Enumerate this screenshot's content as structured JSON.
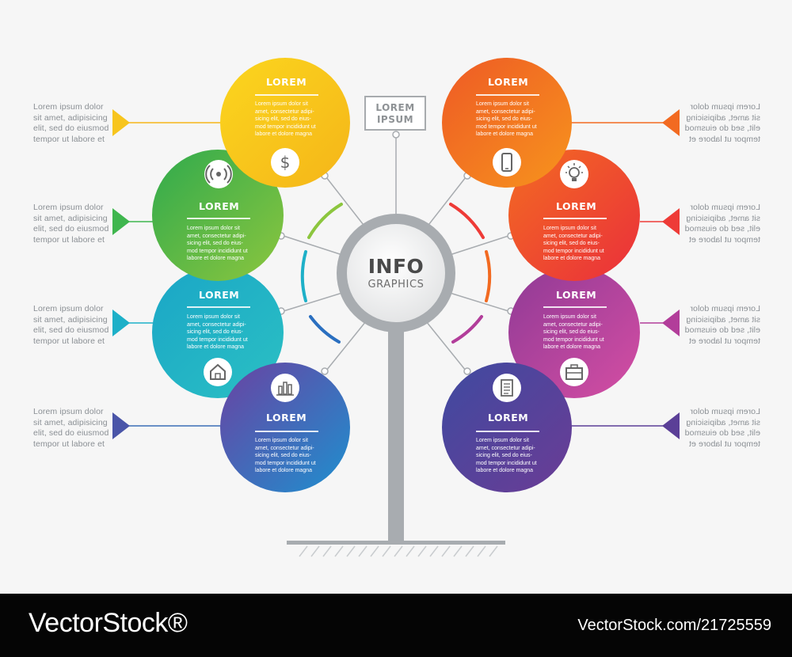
{
  "infographic": {
    "center": {
      "title": "INFO",
      "subtitle": "GRAPHICS"
    },
    "label_box": {
      "line1": "LOREM",
      "line2": "IPSUM"
    },
    "colors": {
      "yellow": "#f7c51d",
      "green": "#3fb64e",
      "teal": "#1db0c8",
      "blue": "#3a6fb6",
      "orange": "#f26a21",
      "red": "#ee3b37",
      "magenta": "#b23d9a",
      "purple": "#5b3f97",
      "trunk": "#a8acb0",
      "background": "#f6f6f6"
    },
    "bubbles": [
      {
        "id": "yellow",
        "title": "LOREM",
        "icon": "dollar-icon",
        "lines": [
          "Lorem ipsum dolor sit",
          "amet, consectetur adipi-",
          "sicing elit, sed do eius-",
          "mod tempor incididunt ut",
          "labore et dolore magna"
        ]
      },
      {
        "id": "green",
        "title": "LOREM",
        "icon": "wifi-signal-icon",
        "lines": [
          "Lorem ipsum dolor sit",
          "amet, consectetur adipi-",
          "sicing elit, sed do eius-",
          "mod tempor incididunt ut",
          "labore et dolore magna"
        ]
      },
      {
        "id": "teal",
        "title": "LOREM",
        "icon": "home-icon",
        "lines": [
          "Lorem ipsum dolor sit",
          "amet, consectetur adipi-",
          "sicing elit, sed do eius-",
          "mod tempor incididunt ut",
          "labore et dolore magna"
        ]
      },
      {
        "id": "blue",
        "title": "LOREM",
        "icon": "bar-chart-icon",
        "lines": [
          "Lorem ipsum dolor sit",
          "amet, consectetur adipi-",
          "sicing elit, sed do eius-",
          "mod tempor incididunt ut",
          "labore et dolore magna"
        ]
      },
      {
        "id": "orange",
        "title": "LOREM",
        "icon": "smartphone-icon",
        "lines": [
          "Lorem ipsum dolor sit",
          "amet, consectetur adipi-",
          "sicing elit, sed do eius-",
          "mod tempor incididunt ut",
          "labore et dolore magna"
        ]
      },
      {
        "id": "red",
        "title": "LOREM",
        "icon": "lightbulb-icon",
        "lines": [
          "Lorem ipsum dolor sit",
          "amet, consectetur adipi-",
          "sicing elit, sed do eius-",
          "mod tempor incididunt ut",
          "labore et dolore magna"
        ]
      },
      {
        "id": "magenta",
        "title": "LOREM",
        "icon": "briefcase-icon",
        "lines": [
          "Lorem ipsum dolor sit",
          "amet, consectetur adipi-",
          "sicing elit, sed do eius-",
          "mod tempor incididunt ut",
          "labore et dolore magna"
        ]
      },
      {
        "id": "purple",
        "title": "LOREM",
        "icon": "document-icon",
        "lines": [
          "Lorem ipsum dolor sit",
          "amet, consectetur adipi-",
          "sicing elit, sed do eius-",
          "mod tempor incididunt ut",
          "labore et dolore magna"
        ]
      }
    ],
    "side_text": [
      "Lorem ipsum dolor",
      "sit amet, adipisicing",
      "elit, sed do eiusmod",
      "tempor ut labore et"
    ]
  },
  "footer": {
    "brand": "VectorStock®",
    "id": "VectorStock.com/21725559"
  }
}
